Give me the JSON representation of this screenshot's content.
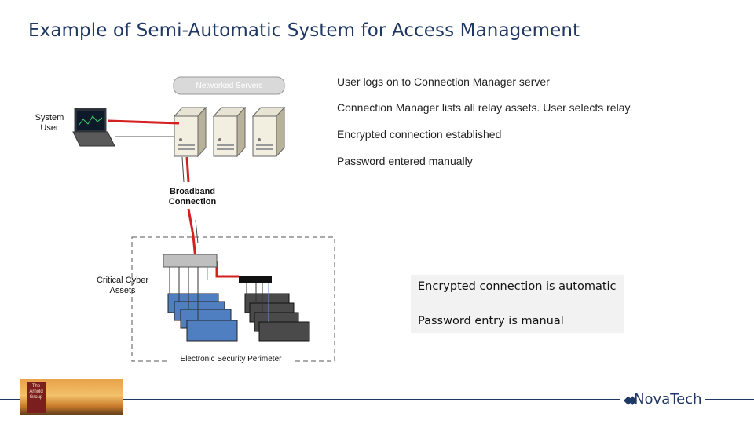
{
  "title": "Example of Semi-Automatic System for Access Management",
  "steps": [
    "User logs on to Connection Manager server",
    "Connection Manager lists all relay assets.  User selects relay.",
    "Encrypted connection established",
    "Password entered manually"
  ],
  "diagram": {
    "networked_servers_label": "Networked Servers",
    "system_user_label": "System User",
    "broadband_label": "Broadband Connection",
    "critical_assets_label": "Critical Cyber Assets",
    "perimeter_label": "Electronic Security Perimeter"
  },
  "callout": {
    "line1": "Encrypted connection is automatic",
    "line2": "Password entry is manual"
  },
  "footer": {
    "logo_badge": "The Arnold Group",
    "brand": "NovaTech"
  },
  "colors": {
    "title": "#1f3864",
    "connection": "#d42020",
    "relay_blue": "#4f7fc0",
    "relay_dark": "#4a4a4a"
  }
}
